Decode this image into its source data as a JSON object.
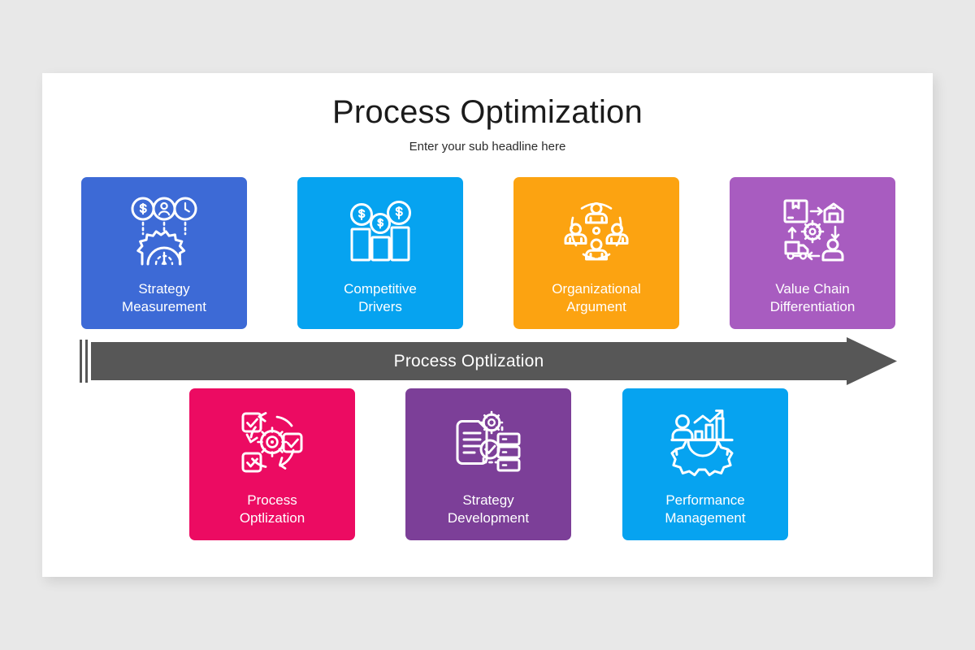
{
  "slide": {
    "title": "Process Optimization",
    "subtitle": "Enter your sub headline here",
    "background_color": "#e8e8e8",
    "canvas_color": "#ffffff"
  },
  "arrow_banner": {
    "label": "Process Optlization",
    "color": "#575757",
    "text_color": "#ffffff",
    "icon": "right-arrow-band"
  },
  "top_row": [
    {
      "label": "Strategy\nMeasurement",
      "color": "#3d6ad6",
      "icon": "gauge-kpi-icon"
    },
    {
      "label": "Competitive\nDrivers",
      "color": "#06a3f0",
      "icon": "bar-chart-coins-icon"
    },
    {
      "label": "Organizational\nArgument",
      "color": "#fca311",
      "icon": "team-network-icon"
    },
    {
      "label": "Value Chain\nDifferentiation",
      "color": "#a85cc0",
      "icon": "supply-chain-icon"
    }
  ],
  "bottom_row": [
    {
      "label": "Process\nOptlization",
      "color": "#ec0b62",
      "icon": "process-cycle-gear-icon"
    },
    {
      "label": "Strategy\nDevelopment",
      "color": "#7c3f98",
      "icon": "document-gear-server-icon"
    },
    {
      "label": "Performance\nManagement",
      "color": "#06a3f0",
      "icon": "performance-gear-chart-icon"
    }
  ]
}
